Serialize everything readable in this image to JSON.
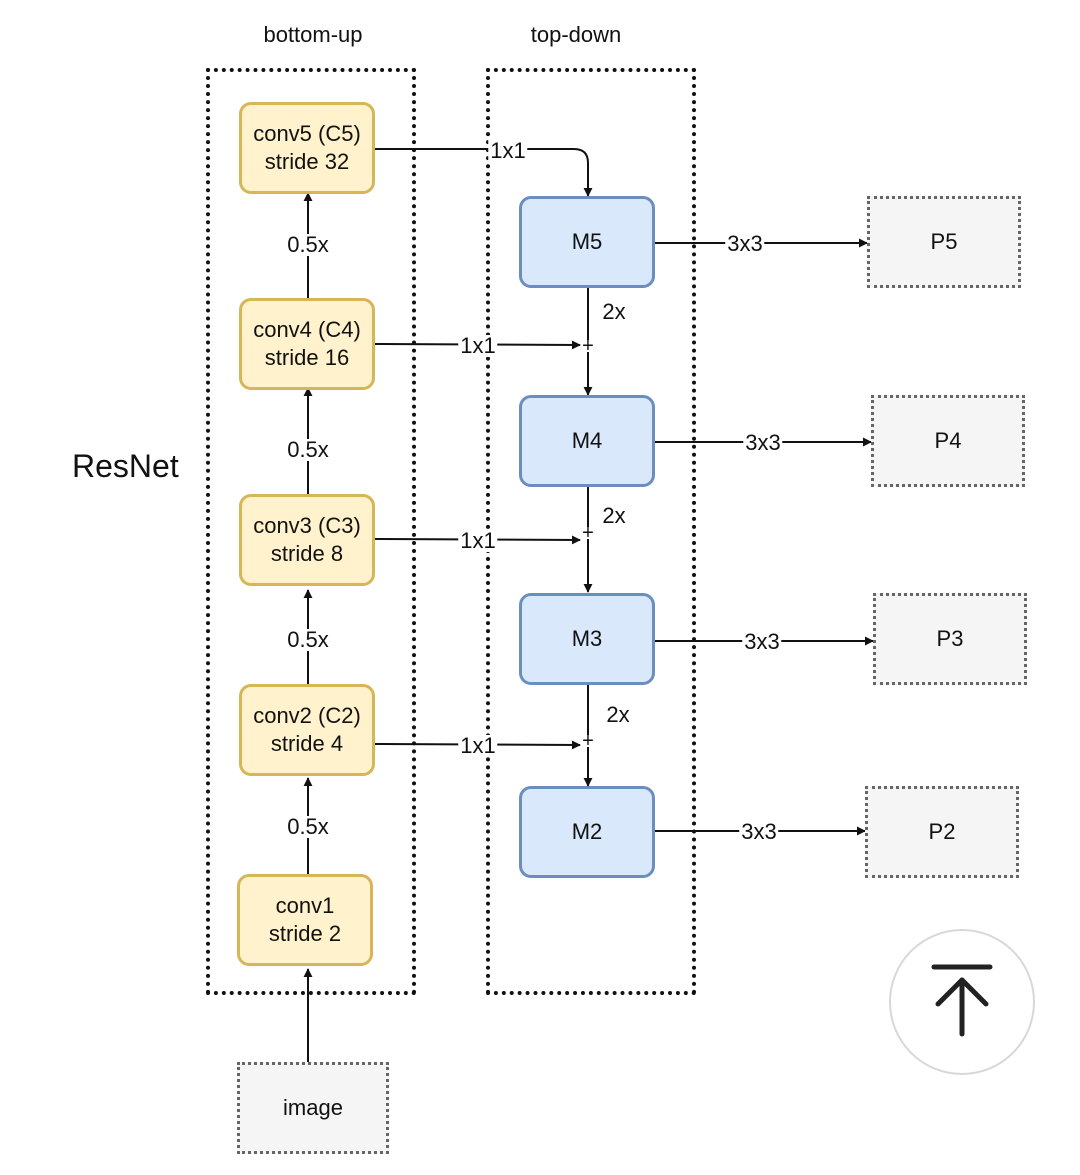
{
  "columns": {
    "bottom_up": "bottom-up",
    "top_down": "top-down"
  },
  "backbone_label": "ResNet",
  "bottom_up_nodes": [
    {
      "line1": "conv5 (C5)",
      "line2": "stride 32"
    },
    {
      "line1": "conv4 (C4)",
      "line2": "stride 16"
    },
    {
      "line1": "conv3 (C3)",
      "line2": "stride 8"
    },
    {
      "line1": "conv2 (C2)",
      "line2": "stride 4"
    },
    {
      "line1": "conv1",
      "line2": "stride 2"
    }
  ],
  "downsample_labels": [
    "0.5x",
    "0.5x",
    "0.5x",
    "0.5x"
  ],
  "input_node": "image",
  "merge_nodes": [
    "M5",
    "M4",
    "M3",
    "M2"
  ],
  "lateral_labels": [
    "1x1",
    "1x1",
    "1x1",
    "1x1"
  ],
  "upsample_labels": [
    "2x",
    "2x",
    "2x"
  ],
  "plus_symbol": "+",
  "output_conv_labels": [
    "3x3",
    "3x3",
    "3x3",
    "3x3"
  ],
  "output_nodes": [
    "P5",
    "P4",
    "P3",
    "P2"
  ],
  "colors": {
    "conv_fill": "#fff2cc",
    "conv_border": "#d6b656",
    "merge_fill": "#dae8fc",
    "merge_border": "#6c8ebf",
    "output_fill": "#f5f5f5",
    "output_border": "#666666"
  },
  "icons": {
    "scroll_top": "arrow-up-to-bar-icon"
  }
}
